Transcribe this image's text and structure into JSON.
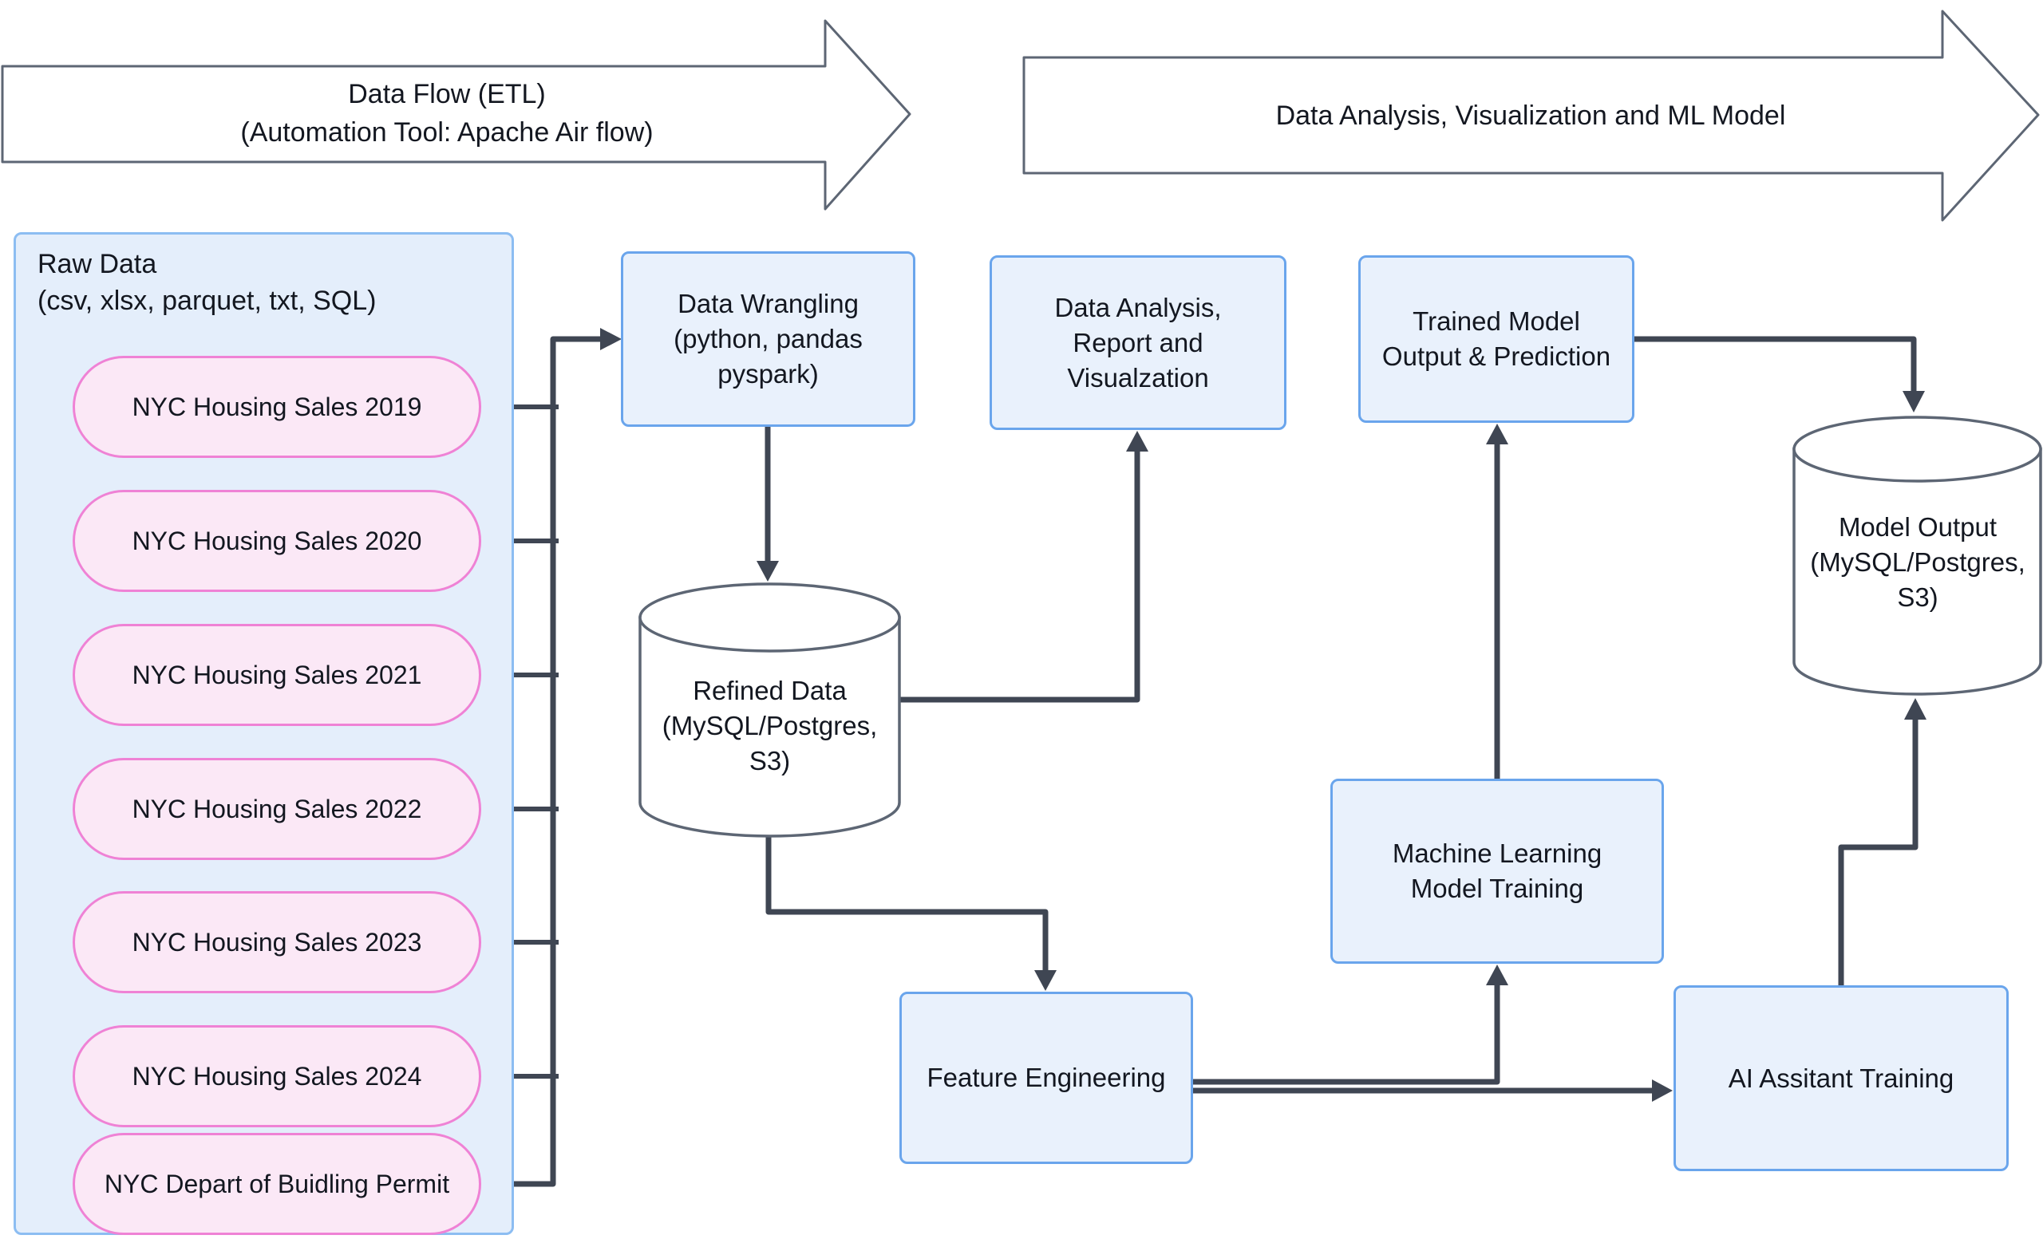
{
  "diagram": {
    "banners": [
      {
        "line1": "Data Flow (ETL)",
        "line2": "(Automation Tool: Apache Air flow)"
      },
      {
        "line1": "Data Analysis, Visualization and ML Model"
      }
    ],
    "raw_data_group": {
      "title": "Raw Data",
      "subtitle": "(csv, xlsx, parquet, txt, SQL)",
      "sources": [
        "NYC Housing Sales 2019",
        "NYC Housing Sales 2020",
        "NYC Housing Sales 2021",
        "NYC Housing Sales 2022",
        "NYC Housing Sales 2023",
        "NYC Housing Sales 2024",
        "NYC Depart of Buidling Permit"
      ]
    },
    "nodes": {
      "data_wrangling": [
        "Data Wrangling",
        "(python, pandas",
        "pyspark)"
      ],
      "refined_data": [
        "Refined Data",
        "(MySQL/Postgres,",
        "S3)"
      ],
      "data_analysis": [
        "Data Analysis,",
        "Report and",
        "Visualzation"
      ],
      "trained_model": [
        "Trained Model",
        "Output & Prediction"
      ],
      "machine_learning": [
        "Machine Learning",
        "Model Training"
      ],
      "feature_engineering": [
        "Feature Engineering"
      ],
      "ai_assistant": [
        "AI Assitant Training"
      ],
      "model_output": [
        "Model Output",
        "(MySQL/Postgres,",
        "S3)"
      ]
    },
    "colors": {
      "node_fill": "#e9f1fc",
      "node_border": "#6aa5ec",
      "group_fill": "#e4eefb",
      "group_border": "#8cbdf2",
      "pill_fill": "#fbe8f6",
      "pill_border": "#ef82d5",
      "connector": "#3f4653",
      "shape_outline": "#5d6674",
      "text": "#131720",
      "background": "#ffffff"
    }
  }
}
